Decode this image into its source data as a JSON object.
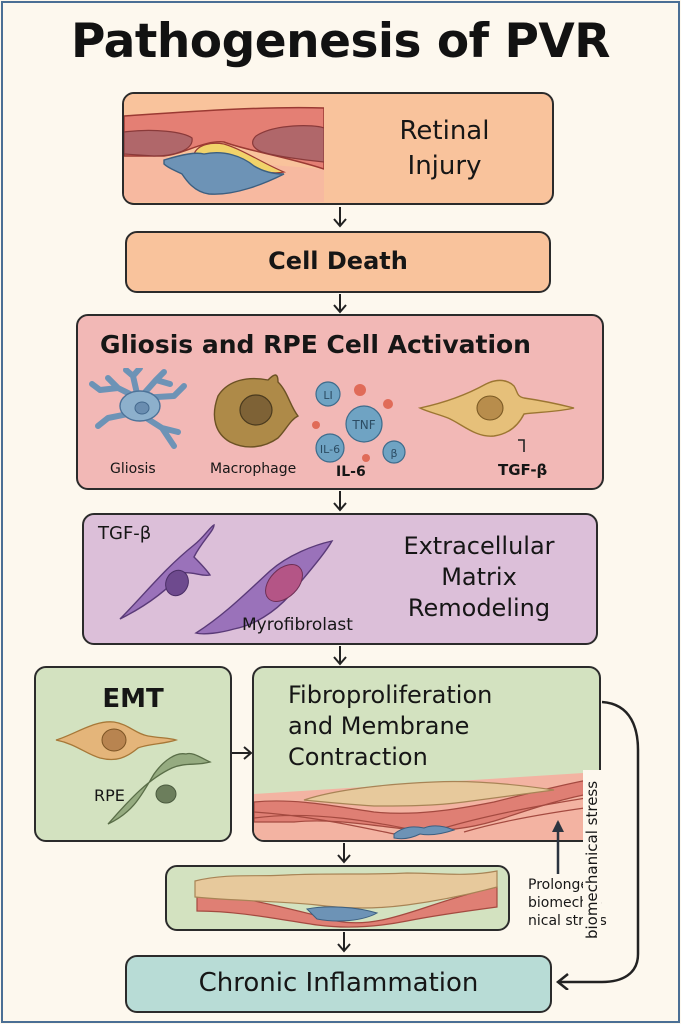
{
  "title": "Pathogenesis of PVR",
  "colors": {
    "frame": "#4a6f95",
    "background": "#fdf8ee",
    "injury_box": "#f9c39c",
    "gliosis_box": "#f2b8b6",
    "ecm_box": "#dcbfd9",
    "green_box": "#d3e2c0",
    "chronic_box": "#b8dcd6"
  },
  "steps": {
    "retinal_injury": {
      "line1": "Retinal",
      "line2": "Injury"
    },
    "cell_death": {
      "label": "Cell Death"
    },
    "gliosis": {
      "heading": "Gliosis and RPE Cell Activation",
      "gliosis_label": "Gliosis",
      "macrophage_label": "Macrophage",
      "il6_label": "IL-6",
      "tgf_label": "TGF-β",
      "cytokines": [
        "LI",
        "TNF",
        "IL-6",
        "β"
      ]
    },
    "ecm": {
      "line1": "Extracellular",
      "line2": "Matrix",
      "line3": "Remodeling",
      "tgf_label": "TGF-β",
      "myo_label": "Myrofibrolast"
    },
    "emt": {
      "heading": "EMT",
      "rpe_label": "RPE"
    },
    "fibro": {
      "line1": "Fibroproliferation",
      "line2": "and Membrane",
      "line3": "Contraction"
    },
    "chronic": {
      "label": "Chronic Inflammation"
    }
  },
  "annotations": {
    "prolonged_line1": "Prolonged",
    "prolonged_line2": "biomecha-",
    "prolonged_line3": "nical stress",
    "loop_label": "biomechanical stress"
  }
}
